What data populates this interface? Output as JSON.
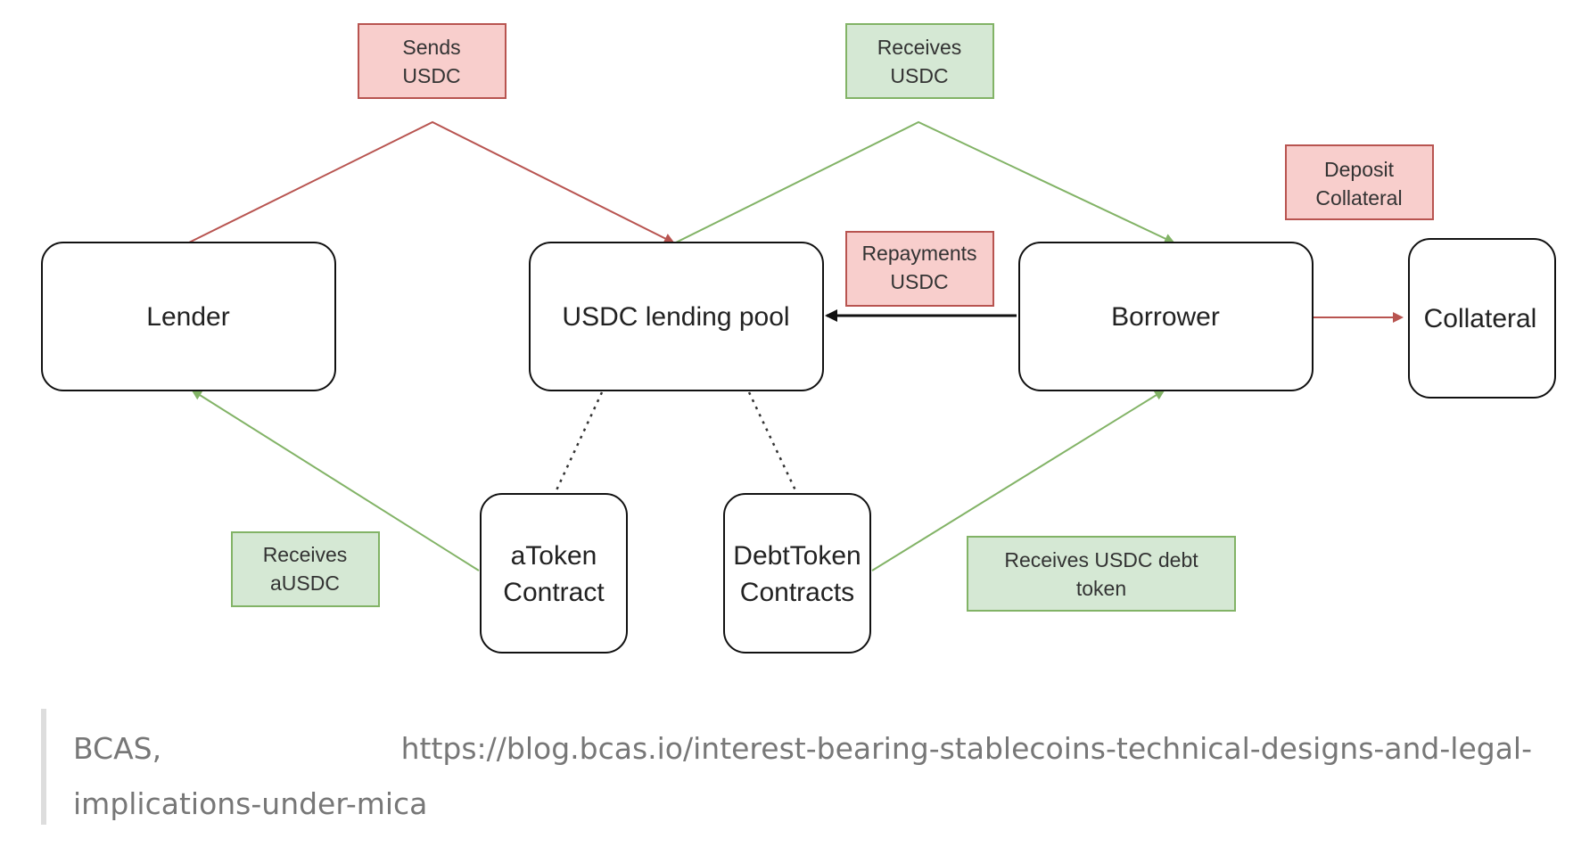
{
  "diagram": {
    "nodes": {
      "lender": "Lender",
      "pool": "USDC lending pool",
      "borrower": "Borrower",
      "collateral": "Collateral",
      "atoken": [
        "aToken",
        "Contract"
      ],
      "debttoken": [
        "DebtToken",
        "Contracts"
      ]
    },
    "labels": {
      "sends": [
        "Sends",
        "USDC"
      ],
      "receives_usdc": [
        "Receives",
        "USDC"
      ],
      "deposit": [
        "Deposit",
        "Collateral"
      ],
      "repayments": [
        "Repayments",
        "USDC"
      ],
      "receives_ausdc": [
        "Receives",
        "aUSDC"
      ],
      "receives_debt": [
        "Receives USDC debt",
        "token"
      ]
    },
    "colors": {
      "red_fill": "#f8cecc",
      "red_stroke": "#b85450",
      "green_fill": "#d5e8d4",
      "green_stroke": "#82b366",
      "black": "#111111"
    }
  },
  "caption": {
    "source": "BCAS,",
    "url_line1": "https://blog.bcas.io/interest-bearing-stablecoins-technical-designs-and-legal-",
    "url_line2": "implications-under-mica"
  }
}
